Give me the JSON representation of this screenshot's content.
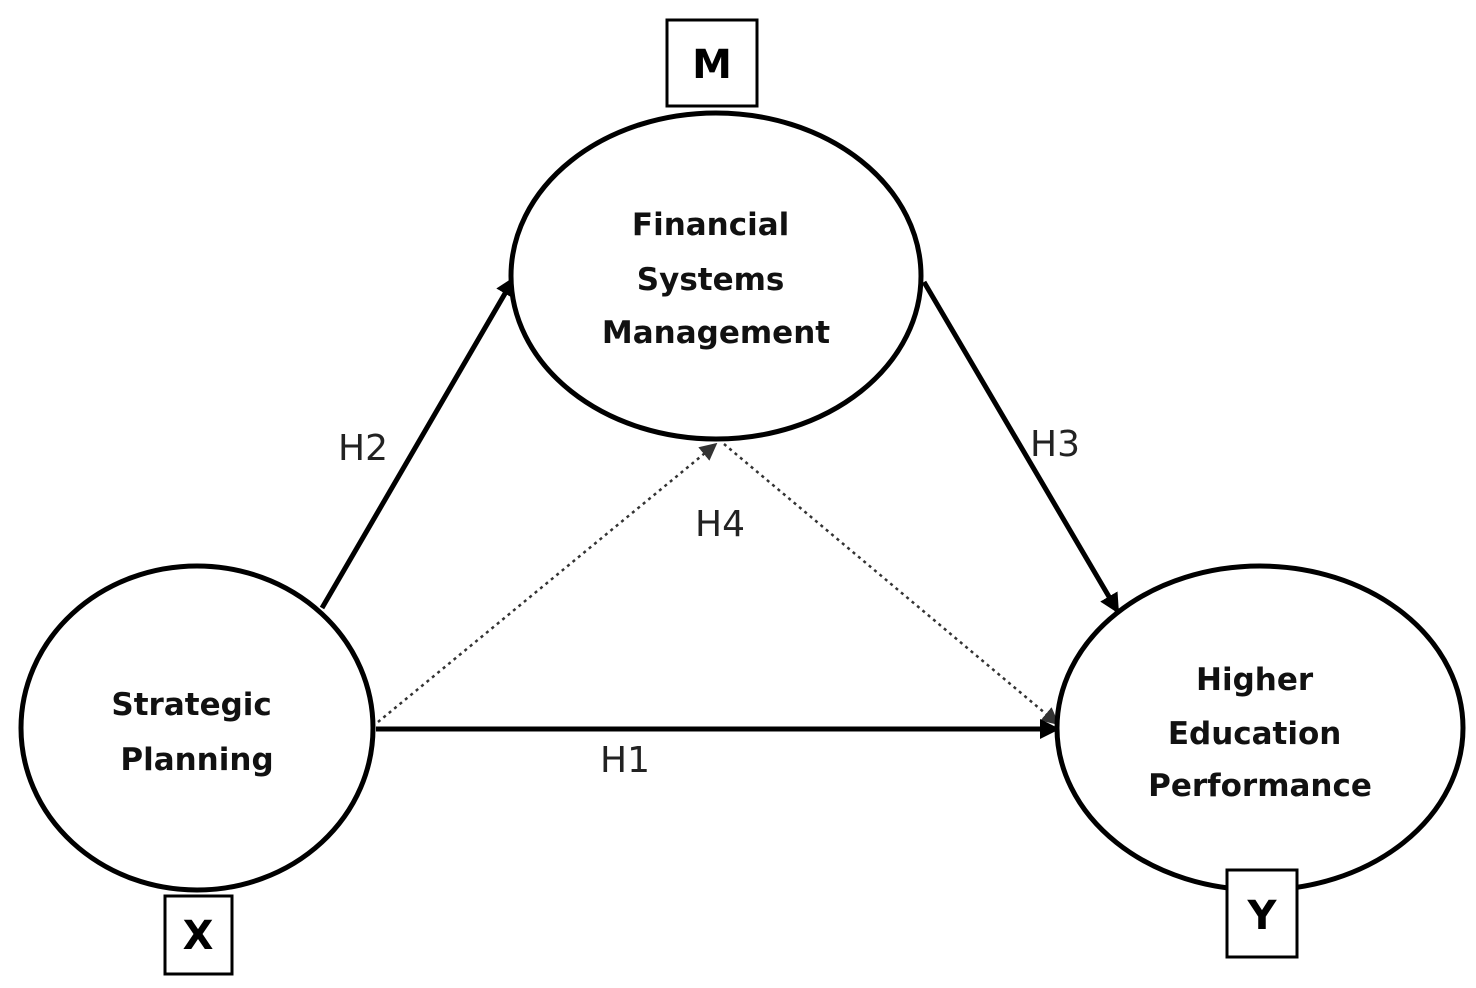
{
  "nodes": {
    "mediator": {
      "lines": [
        "Financial",
        "Systems",
        "Management"
      ],
      "symbol": "M"
    },
    "independent": {
      "lines": [
        "Strategic",
        "Planning"
      ],
      "symbol": "X"
    },
    "dependent": {
      "lines": [
        "Higher",
        "Education",
        "Performance"
      ],
      "symbol": "Y"
    }
  },
  "edges": {
    "h1": {
      "label": "H1",
      "from": "independent",
      "to": "dependent",
      "style": "solid"
    },
    "h2": {
      "label": "H2",
      "from": "independent",
      "to": "mediator",
      "style": "solid"
    },
    "h3": {
      "label": "H3",
      "from": "mediator",
      "to": "dependent",
      "style": "solid"
    },
    "h4": {
      "label": "H4",
      "path": [
        "independent",
        "mediator",
        "dependent"
      ],
      "style": "dotted"
    }
  },
  "colors": {
    "stroke": "#000000",
    "background": "#ffffff"
  }
}
